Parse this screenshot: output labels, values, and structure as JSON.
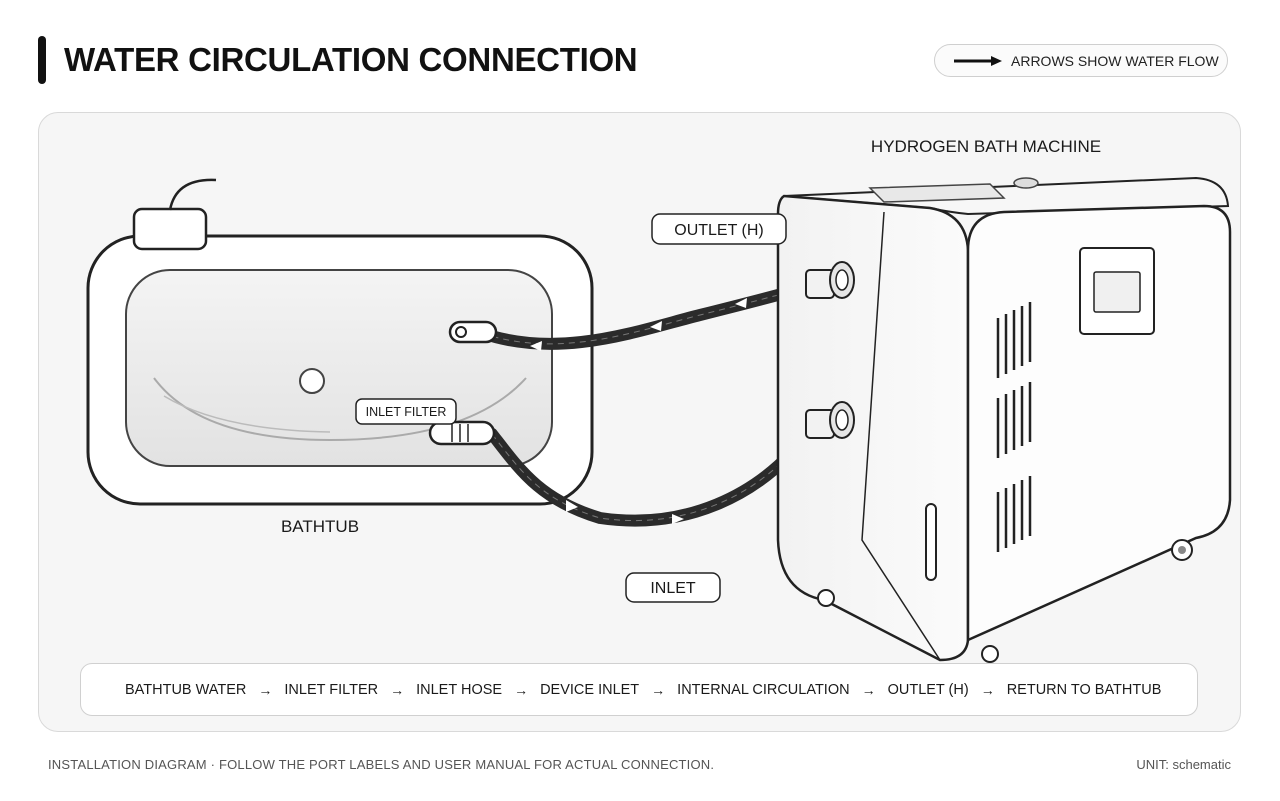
{
  "header": {
    "title": "WATER CIRCULATION CONNECTION",
    "legend": "ARROWS SHOW WATER FLOW"
  },
  "diagram": {
    "machine_label": "HYDROGEN BATH MACHINE",
    "bathtub_label": "BATHTUB",
    "outlet_label": "OUTLET (H)",
    "inlet_label": "INLET",
    "inlet_filter_label": "INLET FILTER"
  },
  "flow": {
    "steps": [
      "BATHTUB WATER",
      "INLET FILTER",
      "INLET HOSE",
      "DEVICE INLET",
      "INTERNAL CIRCULATION",
      "OUTLET (H)",
      "RETURN TO BATHTUB"
    ],
    "separator": "→"
  },
  "footer": {
    "note": "INSTALLATION DIAGRAM · FOLLOW THE PORT LABELS AND USER MANUAL FOR ACTUAL CONNECTION.",
    "unit": "UNIT: schematic"
  },
  "colors": {
    "hose": "#2b2b2b",
    "outline": "#222222",
    "panel": "#f6f6f6"
  }
}
